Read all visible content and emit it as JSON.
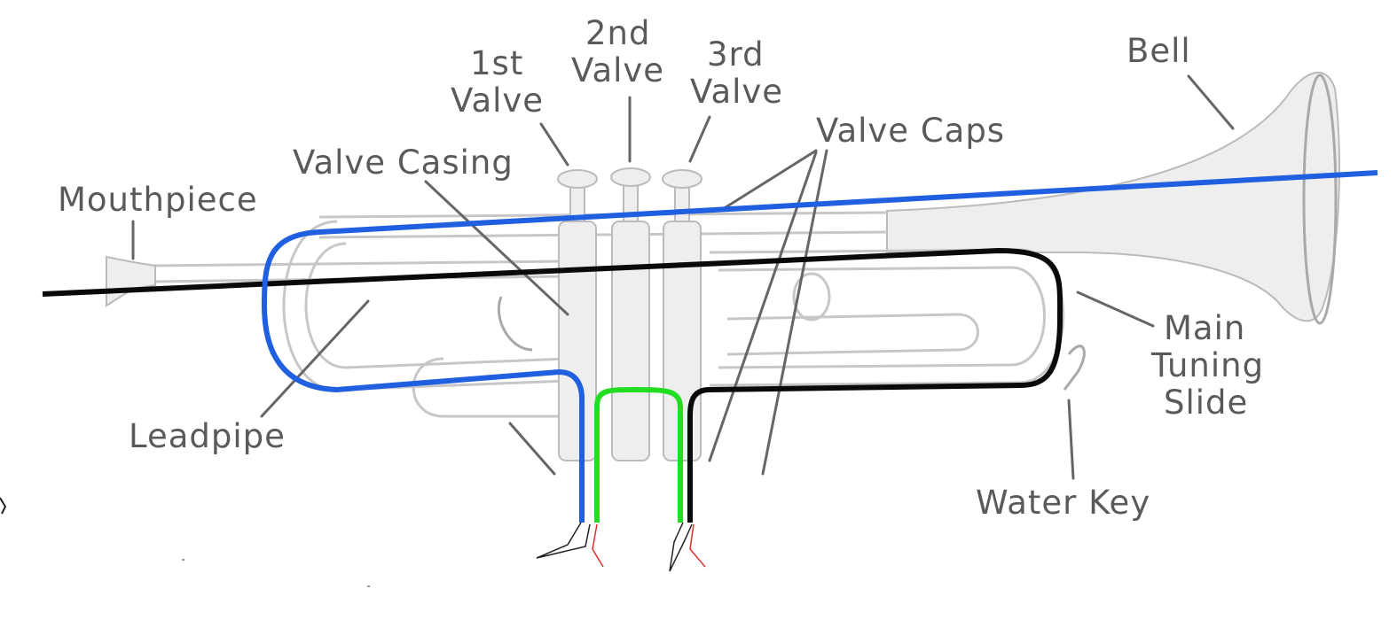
{
  "labels": {
    "first_valve_line1": "1st",
    "first_valve_line2": "Valve",
    "second_valve_line1": "2nd",
    "second_valve_line2": "Valve",
    "third_valve_line1": "3rd",
    "third_valve_line2": "Valve",
    "bell": "Bell",
    "valve_caps": "Valve Caps",
    "valve_casing": "Valve Casing",
    "mouthpiece": "Mouthpiece",
    "leadpipe": "Leadpipe",
    "main_tuning_slide_line1": "Main",
    "main_tuning_slide_line2": "Tuning",
    "main_tuning_slide_line3": "Slide",
    "water_key": "Water Key"
  },
  "colors": {
    "blue_line": "#1f5fe0",
    "black_line": "#0a0a0a",
    "green_line": "#22dd22",
    "red_wire": "#e03030",
    "label_text": "#5a5a5a",
    "drawing_outline": "#c7c7c7"
  }
}
